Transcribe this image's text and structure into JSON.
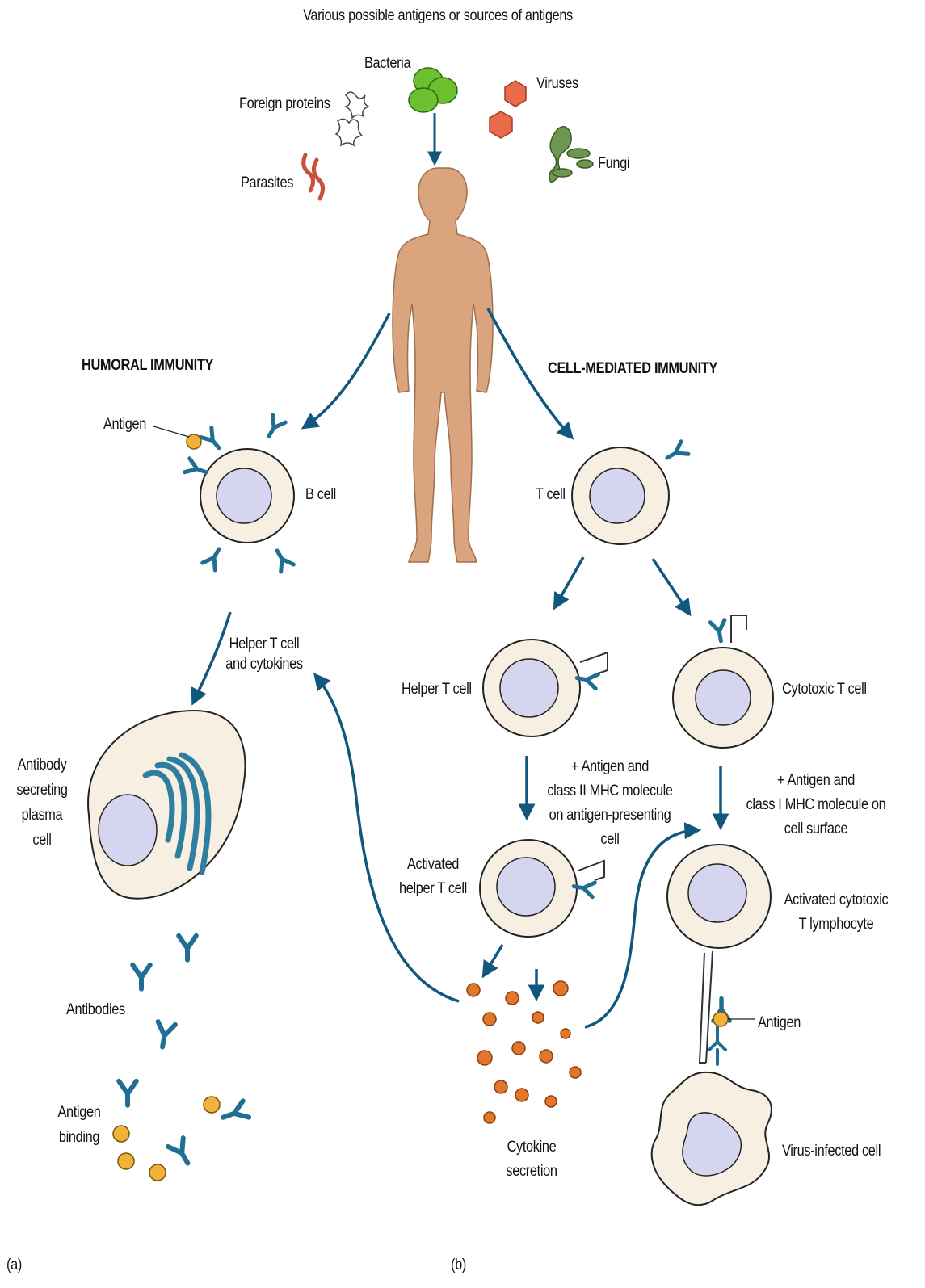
{
  "header": "Various possible antigens or sources of antigens",
  "sources": {
    "bacteria": "Bacteria",
    "foreign_proteins": "Foreign proteins",
    "viruses": "Viruses",
    "parasites": "Parasites",
    "fungi": "Fungi"
  },
  "humoral": {
    "title": "HUMORAL IMMUNITY",
    "antigen": "Antigen",
    "b_cell": "B cell",
    "helper_cytokines": "Helper T cell\nand cytokines",
    "plasma_cell": "Antibody\nsecreting\nplasma\ncell",
    "antibodies": "Antibodies",
    "antigen_binding": "Antigen\nbinding",
    "panel": "(a)"
  },
  "cell_mediated": {
    "title": "CELL-MEDIATED IMMUNITY",
    "t_cell": "T cell",
    "helper_t": "Helper T cell",
    "cytotoxic_t": "Cytotoxic T cell",
    "mhc2": "+ Antigen and\nclass II MHC molecule\non antigen-presenting\ncell",
    "mhc1": "+ Antigen and\nclass I MHC molecule on\ncell surface",
    "activated_helper": "Activated\nhelper T cell",
    "activated_cytotoxic": "Activated cytotoxic\nT lymphocyte",
    "antigen": "Antigen",
    "cytokine": "Cytokine\nsecretion",
    "virus_cell": "Virus-infected cell",
    "panel": "(b)"
  },
  "colors": {
    "arrow": "#11577e",
    "receptor": "#1f6f94",
    "cell_fill": "#f6efe2",
    "nucleus": "#d6d5ef",
    "skin": "#d9a47e",
    "antigen": "#f1b23a",
    "cytokine": "#e2762a",
    "bacteria": "#6cbf2e",
    "virus": "#ea6b4c",
    "parasite": "#c9523c",
    "fungi": "#6f9650"
  }
}
